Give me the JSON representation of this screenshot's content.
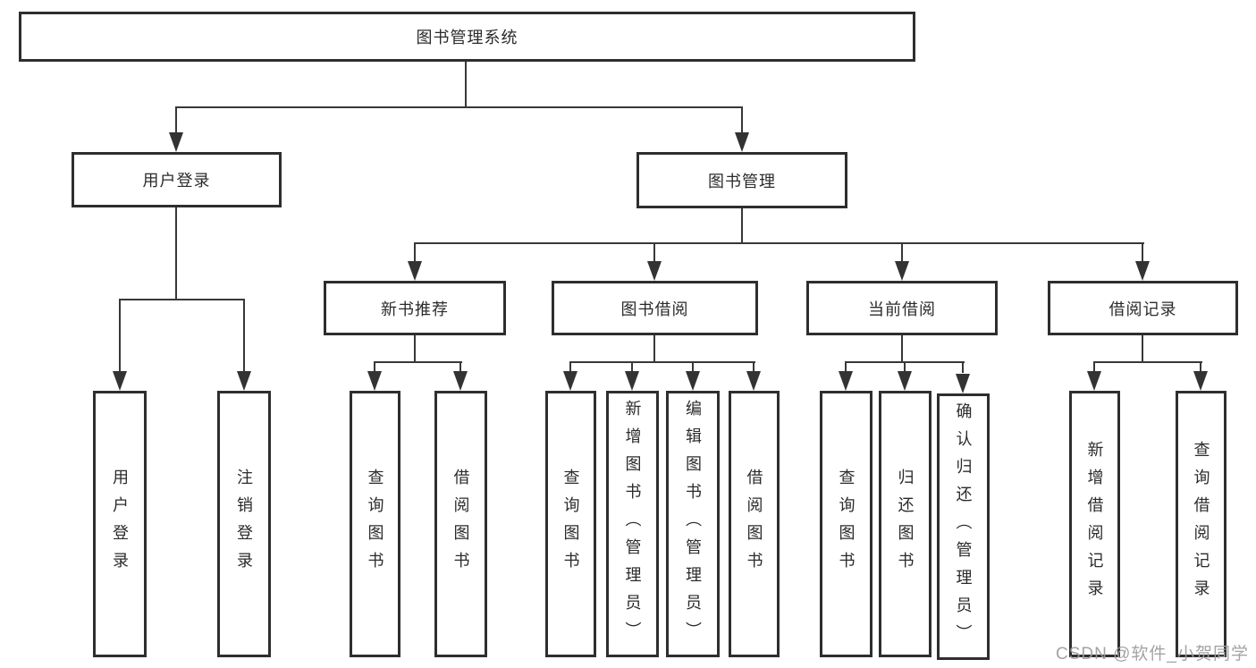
{
  "diagram": {
    "title": "图书管理系统",
    "colors": {
      "border": "#2e2e2e",
      "line": "#383838",
      "text": "#2b2b2b",
      "background": "#ffffff",
      "watermark": "#9e9e9e"
    },
    "root": {
      "label": "图书管理系统"
    },
    "level2": [
      {
        "id": "user-login",
        "label": "用户登录"
      },
      {
        "id": "book-management",
        "label": "图书管理"
      }
    ],
    "level3": [
      {
        "id": "new-book-recommend",
        "label": "新书推荐",
        "parent": "图书管理"
      },
      {
        "id": "book-borrow",
        "label": "图书借阅",
        "parent": "图书管理"
      },
      {
        "id": "current-borrow",
        "label": "当前借阅",
        "parent": "图书管理"
      },
      {
        "id": "borrow-records",
        "label": "借阅记录",
        "parent": "图书管理"
      }
    ],
    "leaves": [
      {
        "id": "leaf-user-login",
        "label": "用户登录",
        "parent": "用户登录"
      },
      {
        "id": "leaf-logout",
        "label": "注销登录",
        "parent": "用户登录"
      },
      {
        "id": "leaf-query-books-recommend",
        "label": "查询图书",
        "parent": "新书推荐"
      },
      {
        "id": "leaf-borrow-books-recommend",
        "label": "借阅图书",
        "parent": "新书推荐"
      },
      {
        "id": "leaf-query-books-borrow",
        "label": "查询图书",
        "parent": "图书借阅"
      },
      {
        "id": "leaf-add-books-admin",
        "label": "新增图书（管理员）",
        "parent": "图书借阅"
      },
      {
        "id": "leaf-edit-books-admin",
        "label": "编辑图书（管理员）",
        "parent": "图书借阅"
      },
      {
        "id": "leaf-borrow-books",
        "label": "借阅图书",
        "parent": "图书借阅"
      },
      {
        "id": "leaf-query-books-current",
        "label": "查询图书",
        "parent": "当前借阅"
      },
      {
        "id": "leaf-return-books",
        "label": "归还图书",
        "parent": "当前借阅"
      },
      {
        "id": "leaf-confirm-return-admin",
        "label": "确认归还（管理员）",
        "parent": "当前借阅"
      },
      {
        "id": "leaf-add-borrow-record",
        "label": "新增借阅记录",
        "parent": "借阅记录"
      },
      {
        "id": "leaf-query-borrow-record",
        "label": "查询借阅记录",
        "parent": "借阅记录"
      }
    ],
    "watermark": {
      "text": "CSDN @软件_小贺同学"
    }
  }
}
